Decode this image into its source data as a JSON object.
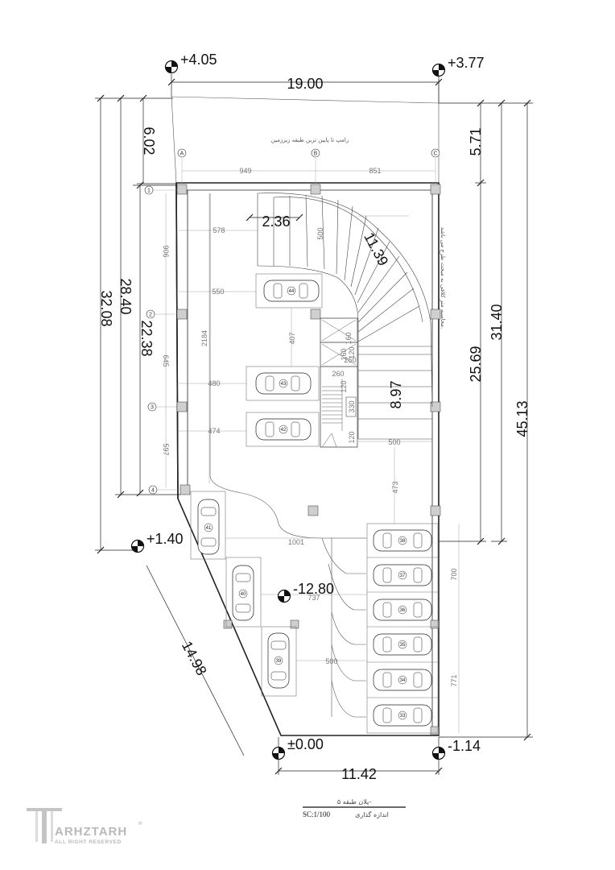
{
  "drawing": {
    "levels": [
      "+4.05",
      "+3.77",
      "+1.40",
      "-12.80",
      "±0.00",
      "-1.14"
    ],
    "dimensions": {
      "top_width": "19.00",
      "bottom_width": "11.42",
      "diagonal": "14.98",
      "left_outer": "32.08",
      "left_mid": "28.40",
      "left_inner": "22.38",
      "left_top": "6.02",
      "right_top": "5.71",
      "right_mid": "25.69",
      "right_outer": "31.40",
      "right_total": "45.13",
      "stair_width": "2.36",
      "ramp_length": "11.39",
      "core_height": "8.97"
    },
    "small_dims": [
      "949",
      "851",
      "578",
      "550",
      "480",
      "474",
      "906",
      "645",
      "597",
      "2184",
      "407",
      "260",
      "260",
      "120",
      "330",
      "120",
      "500",
      "473",
      "1001",
      "737",
      "500",
      "700",
      "771",
      "500",
      "160",
      "160",
      "120"
    ],
    "grid_axes": [
      "A",
      "B",
      "C",
      "1",
      "2",
      "3",
      "4"
    ],
    "parking_numbers": [
      "44",
      "43",
      "42",
      "41",
      "40",
      "39",
      "38",
      "37",
      "36",
      "35",
      "34",
      "33"
    ],
    "ramp_label": "رامپ تا پایین ترین طبقه زیرزمین",
    "side_note": "محاسبه متر کلافی به مبحث طرح می باشد.",
    "title": {
      "line1": "پلان طبقه ۵-",
      "line2": "اندازه گذاری",
      "scale": "SC:1/100"
    },
    "logo": {
      "name": "ARHZTARH",
      "tagline": "ALL RIGHT RESERVED",
      "mark": "®"
    }
  }
}
